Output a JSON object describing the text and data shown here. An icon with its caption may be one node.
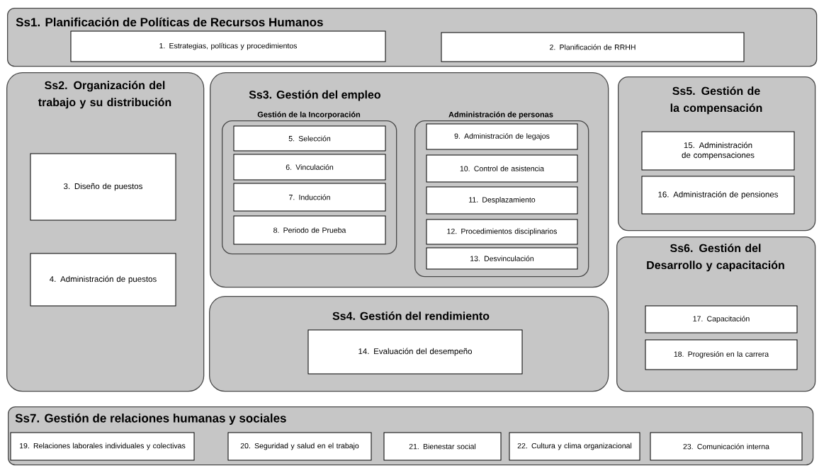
{
  "diagram": {
    "nodes": [
      {
        "text": [
          "Ss1. Planificación de Políticas de Recursos Humanos"
        ]
      },
      {
        "text": [
          "1. Estrategias, políticas y procedimientos"
        ],
        "in": 0
      },
      {
        "text": [
          "2. Planificación de RRHH"
        ],
        "in": 0
      },
      {
        "text": [
          "Ss2. Organización del trabajo y su distribución"
        ]
      },
      {
        "text": [
          "3. Diseño de puestos"
        ],
        "in": 3
      },
      {
        "text": [
          "4. Administración de puestos"
        ],
        "in": 3
      },
      {
        "text": [
          "Ss3. Gestión del empleo"
        ]
      },
      {
        "text": [
          "Gestión de la Incorporación"
        ],
        "in": 6
      },
      {
        "text": [
          "5. Selección"
        ],
        "in": 7
      },
      {
        "text": [
          "6. Vinculación"
        ],
        "in": 7
      },
      {
        "text": [
          "7. Inducción"
        ],
        "in": 7
      },
      {
        "text": [
          "8. Periodo de Prueba"
        ],
        "in": 7
      },
      {
        "text": [
          "Administración de personas"
        ],
        "in": 6
      },
      {
        "text": [
          "9. Administración de legajos"
        ],
        "in": 12
      },
      {
        "text": [
          "10. Control de asistencia"
        ],
        "in": 12
      },
      {
        "text": [
          "11. Desplazamiento"
        ],
        "in": 12
      },
      {
        "text": [
          "12. Procedimientos disciplinarios"
        ],
        "in": 12
      },
      {
        "text": [
          "13. Desvinculación"
        ],
        "in": 12
      },
      {
        "text": [
          "Ss4. Gestión del rendimiento"
        ]
      },
      {
        "text": [
          "14. Evaluación del desempeño"
        ],
        "in": 18
      },
      {
        "text": [
          "Ss5. Gestión de la compensación"
        ]
      },
      {
        "text": [
          "15. Administración de compensaciones"
        ],
        "in": 20
      },
      {
        "text": [
          "16. Administración de pensiones"
        ],
        "in": 20
      },
      {
        "text": [
          "Ss6. Gestión del Desarrollo y capacitación"
        ]
      },
      {
        "text": [
          "17. Capacitación"
        ],
        "in": 23
      },
      {
        "text": [
          "18. Progresión en la carrera"
        ],
        "in": 23
      },
      {
        "text": [
          "Ss7. Gestión de relaciones humanas y sociales"
        ]
      },
      {
        "text": [
          "19. Relaciones laborales individuales y colectivas"
        ],
        "in": 26
      },
      {
        "text": [
          "20. Seguridad y salud en el trabajo"
        ],
        "in": 26
      },
      {
        "text": [
          "21. Bienestar social"
        ],
        "in": 26
      },
      {
        "text": [
          "22. Cultura y clima organizacional"
        ],
        "in": 26
      },
      {
        "text": [
          "23. Comunicación interna"
        ],
        "in": 26
      }
    ]
  }
}
